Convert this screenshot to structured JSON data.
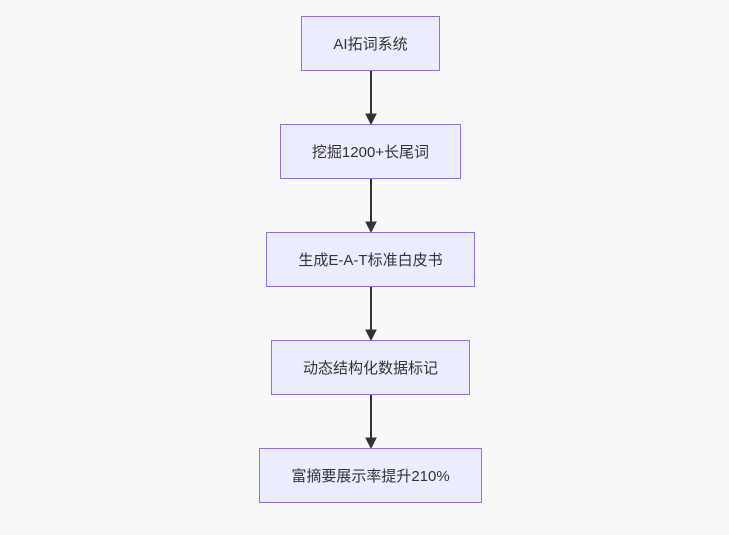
{
  "diagram": {
    "type": "flowchart",
    "direction": "top-down",
    "colors": {
      "node_fill": "#ECECFF",
      "node_border": "#9370DB",
      "arrow": "#333333",
      "text": "#333333",
      "page_background": "#f8f8f8"
    },
    "nodes": [
      {
        "id": "A",
        "label": "AI拓词系统"
      },
      {
        "id": "B",
        "label": "挖掘1200+长尾词"
      },
      {
        "id": "C",
        "label": "生成E-A-T标准白皮书"
      },
      {
        "id": "D",
        "label": "动态结构化数据标记"
      },
      {
        "id": "E",
        "label": "富摘要展示率提升210%"
      }
    ],
    "edges": [
      {
        "from": "AI拓词系统",
        "to": "挖掘1200+长尾词"
      },
      {
        "from": "挖掘1200+长尾词",
        "to": "生成E-A-T标准白皮书"
      },
      {
        "from": "生成E-A-T标准白皮书",
        "to": "动态结构化数据标记"
      },
      {
        "from": "动态结构化数据标记",
        "to": "富摘要展示率提升210%"
      }
    ]
  }
}
